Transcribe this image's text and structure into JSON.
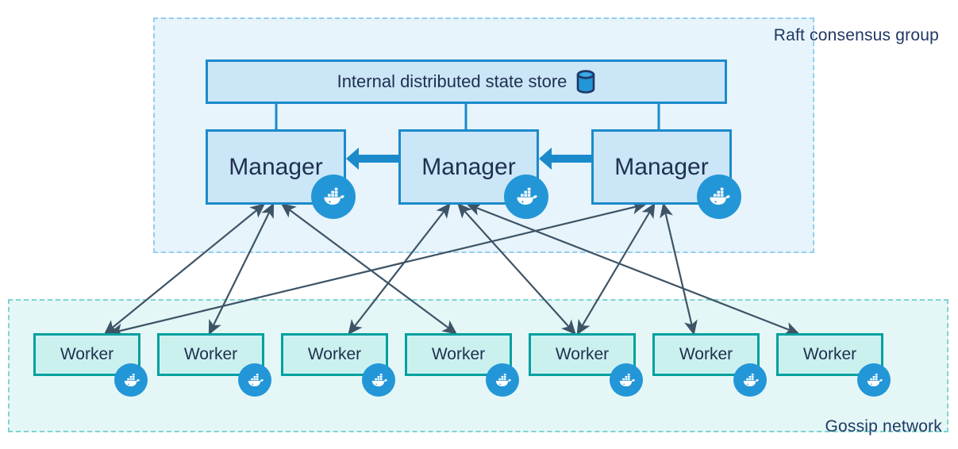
{
  "diagram": {
    "title_groups": {
      "raft": "Raft consensus group",
      "gossip": "Gossip network"
    },
    "state_store": {
      "label": "Internal distributed state store",
      "icon": "database-cylinder-icon"
    },
    "managers": [
      {
        "label": "Manager",
        "icon": "docker-whale-icon"
      },
      {
        "label": "Manager",
        "icon": "docker-whale-icon"
      },
      {
        "label": "Manager",
        "icon": "docker-whale-icon"
      }
    ],
    "workers": [
      {
        "label": "Worker",
        "icon": "docker-whale-icon"
      },
      {
        "label": "Worker",
        "icon": "docker-whale-icon"
      },
      {
        "label": "Worker",
        "icon": "docker-whale-icon"
      },
      {
        "label": "Worker",
        "icon": "docker-whale-icon"
      },
      {
        "label": "Worker",
        "icon": "docker-whale-icon"
      },
      {
        "label": "Worker",
        "icon": "docker-whale-icon"
      },
      {
        "label": "Worker",
        "icon": "docker-whale-icon"
      }
    ],
    "colors": {
      "manager_border": "#1b8acb",
      "manager_fill": "#cbe6f7",
      "worker_border": "#00a0a0",
      "worker_fill": "#cbf1ef",
      "raft_group_fill": "#e7f4fb",
      "raft_group_border": "#93cdee",
      "gossip_group_fill": "#e4f7f6",
      "gossip_group_border": "#7fd3d2",
      "text": "#1f3864",
      "arrow": "#3d5466",
      "docker_blue": "#2396d8"
    }
  }
}
